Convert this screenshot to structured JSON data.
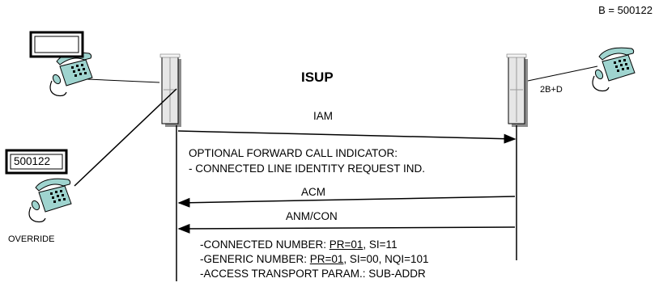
{
  "b_label": "B = 500122",
  "protocol_title": "ISUP",
  "interface_label": "2B+D",
  "display_value": "500122",
  "override_label": "OVERRIDE",
  "messages": {
    "iam": "IAM",
    "acm": "ACM",
    "anm": "ANM/CON"
  },
  "forward_indicator": {
    "line1": "OPTIONAL FORWARD CALL INDICATOR:",
    "line2": "- CONNECTED LINE IDENTITY REQUEST IND."
  },
  "params": {
    "connected_prefix": "-CONNECTED NUMBER: ",
    "connected_pr": "PR=01",
    "connected_rest": ", SI=11",
    "generic_prefix": "-GENERIC NUMBER: ",
    "generic_pr": "PR=01",
    "generic_rest": ", SI=00, NQI=101",
    "access": "-ACCESS TRANSPORT PARAM.: SUB-ADDR"
  }
}
